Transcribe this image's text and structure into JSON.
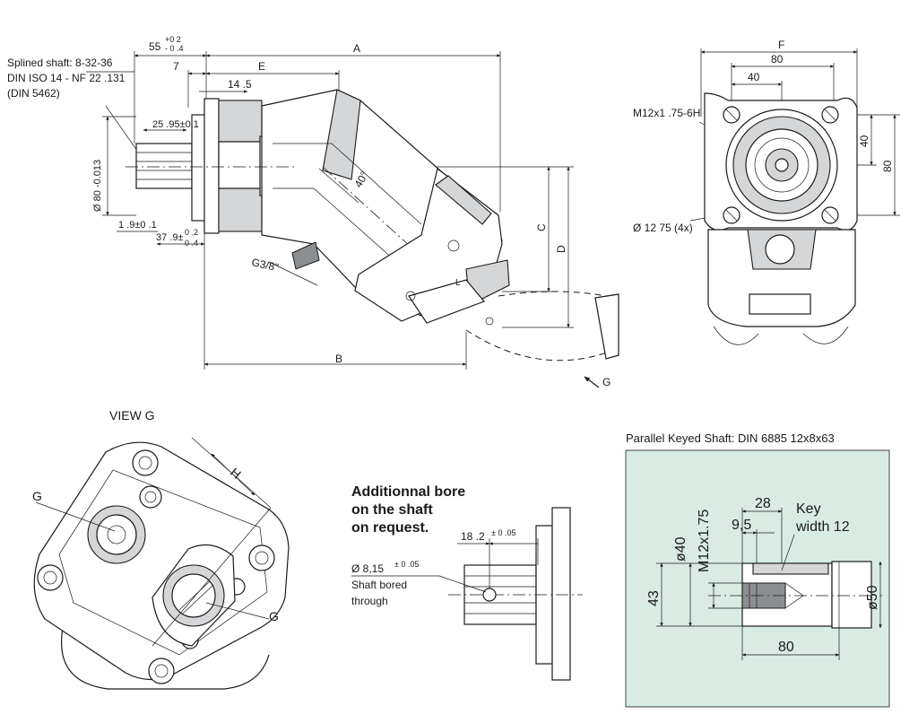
{
  "side_view": {
    "dim_a": "A",
    "dim_b": "B",
    "dim_c": "C",
    "dim_d": "D",
    "dim_e": "E",
    "dim_55": "55",
    "dim_55_tol_upper": "+0 2",
    "dim_55_tol_lower": "- 0 .4",
    "dim_7": "7",
    "dim_14_5": "14 .5",
    "dim_25_95": "25 .95±0.1",
    "dim_1_9": "1 .9±0 .1",
    "dim_37_9": "37 .9±",
    "dim_37_9_tol_upper": "0 .2",
    "dim_37_9_tol_lower": "0 .4",
    "dim_dia80": "Ø 80 -0.013",
    "angle_40": "40°",
    "port_g38": "G3/8\"",
    "port_l": "L",
    "spline_line1": "Splined shaft: 8-32-36",
    "spline_line2": "DIN ISO 14 - NF 22 .131",
    "spline_line3": "(DIN 5462)",
    "arrow_g": "G"
  },
  "front_view": {
    "dim_f": "F",
    "dim_80_top": "80",
    "dim_40_top": "40",
    "dim_40_side": "40",
    "dim_80_side": "80",
    "thread_label": "M12x1 .75-6H",
    "hole_label": "Ø 12 75 (4x)"
  },
  "view_g": {
    "title": "VIEW G",
    "dim_h": "H",
    "port_g_upper": "G",
    "port_g_lower": "G"
  },
  "bore_detail": {
    "heading_line1": "Additionnal bore",
    "heading_line2": "on the shaft",
    "heading_line3": "on request.",
    "dim_18_2": "18 .2",
    "dim_18_2_tol": "± 0 .05",
    "bore_dia": "Ø 8,15",
    "bore_tol": "± 0 .05",
    "note_line1": "Shaft bored",
    "note_line2": "through"
  },
  "keyed_shaft": {
    "title": "Parallel Keyed Shaft: DIN 6885   12x8x63",
    "dim_28": "28",
    "dim_9_5": "9,5",
    "key_line1": "Key",
    "key_line2": "width 12",
    "dim_dia40": "ø40",
    "dim_m12": "M12x1.75",
    "dim_43": "43",
    "dim_dia50": "ø50",
    "dim_80": "80",
    "panel_color": "#d8ece4"
  }
}
